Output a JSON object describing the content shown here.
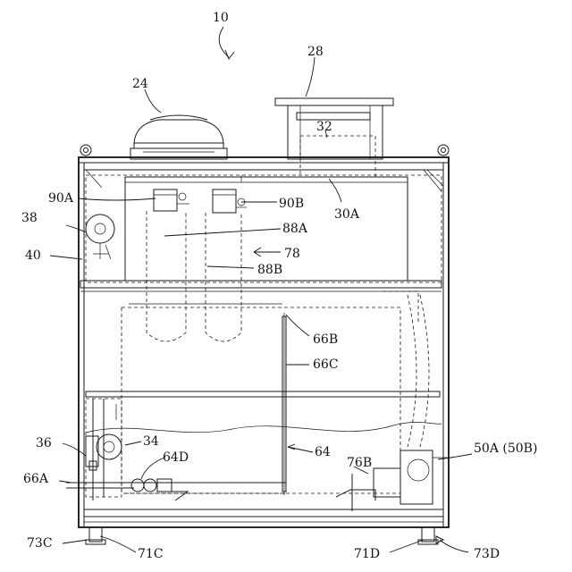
{
  "labels": {
    "l10": "10",
    "l24": "24",
    "l28": "28",
    "l32": "32",
    "l30A": "30A",
    "l90A": "90A",
    "l90B": "90B",
    "l38": "38",
    "l88A": "88A",
    "l78": "78",
    "l40": "40",
    "l88B": "88B",
    "l66B": "66B",
    "l66C": "66C",
    "l36": "36",
    "l34": "34",
    "l64": "64",
    "l50A": "50A (50B)",
    "l64D": "64D",
    "l76B": "76B",
    "l66A": "66A",
    "l73C": "73C",
    "l71C": "71C",
    "l71D": "71D",
    "l73D": "73D"
  },
  "colors": {
    "line": "#1a1a1a",
    "background": "#ffffff"
  }
}
